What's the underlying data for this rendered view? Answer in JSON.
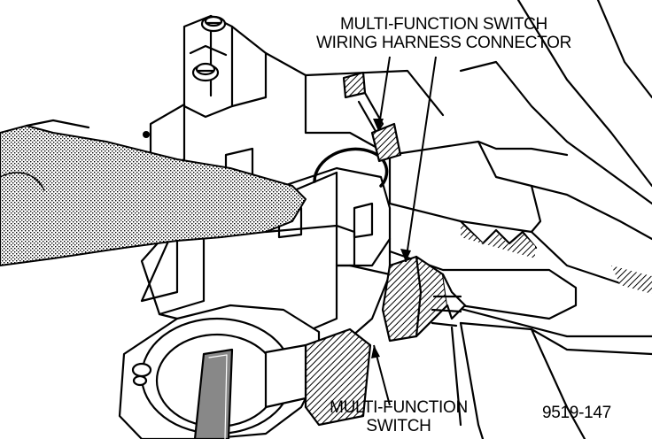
{
  "callouts": {
    "harness_connector": {
      "line1": "MULTI-FUNCTION SWITCH",
      "line2": "WIRING HARNESS CONNECTOR"
    },
    "switch": {
      "line1": "MULTI-FUNCTION",
      "line2": "SWITCH"
    }
  },
  "figure_number": "9519-147",
  "colors": {
    "ink": "#000000",
    "paper": "#ffffff",
    "stipple": "#9a9a9a"
  }
}
